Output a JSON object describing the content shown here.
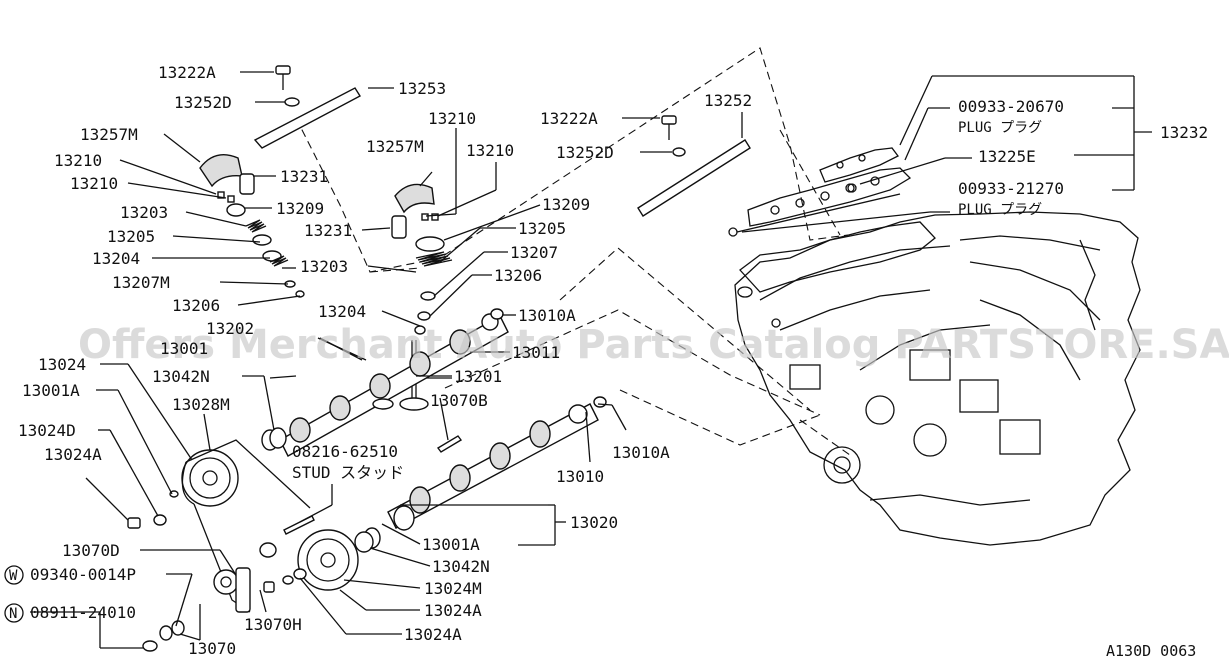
{
  "watermark": "Offers Merchant Auto Parts Catalog PARTSTORE.SA",
  "reference_code": "A130D 0063",
  "labels": {
    "p13222A_1": "13222A",
    "p13253": "13253",
    "p13252D_1": "13252D",
    "p13257M_1": "13257M",
    "p13210_a": "13210",
    "p13231_1": "13231",
    "p13210_b": "13210",
    "p13209_1": "13209",
    "p13203_1": "13203",
    "p13205_1": "13205",
    "p13204_1": "13204",
    "p13207M": "13207M",
    "p13206_1": "13206",
    "p13210_c": "13210",
    "p13257M_2": "13257M",
    "p13210_d": "13210",
    "p13209_2": "13209",
    "p13231_2": "13231",
    "p13205_2": "13205",
    "p13207": "13207",
    "p13203_2": "13203",
    "p13206_2": "13206",
    "p13204_2": "13204",
    "p13010A_1": "13010A",
    "p13202": "13202",
    "p13001": "13001",
    "p13011": "13011",
    "p13024_1": "13024",
    "p13201": "13201",
    "p13042N_1": "13042N",
    "p13001A_1": "13001A",
    "p13028M": "13028M",
    "p13070B": "13070B",
    "p13024D": "13024D",
    "p08216": "08216-62510",
    "stud": "STUD スタッド",
    "p13024A_1": "13024A",
    "p13010": "13010",
    "p13010A_2": "13010A",
    "p13020": "13020",
    "p13070D": "13070D",
    "p13001A_2": "13001A",
    "p09340": "09340-0014P",
    "p13042N_2": "13042N",
    "p13024M": "13024M",
    "p08911": "08911-24010",
    "p13070H": "13070H",
    "p13024A_2": "13024A",
    "p13024A_3": "13024A",
    "p13070": "13070",
    "p13222A_2": "13222A",
    "p13252": "13252",
    "p13252D_2": "13252D",
    "p00933_20670": "00933-20670",
    "plug_1": "PLUG プラグ",
    "p13232": "13232",
    "p13225E": "13225E",
    "p00933_21270": "00933-21270",
    "plug_2": "PLUG プラグ"
  },
  "circled_letters": {
    "w": "W",
    "n": "N"
  }
}
